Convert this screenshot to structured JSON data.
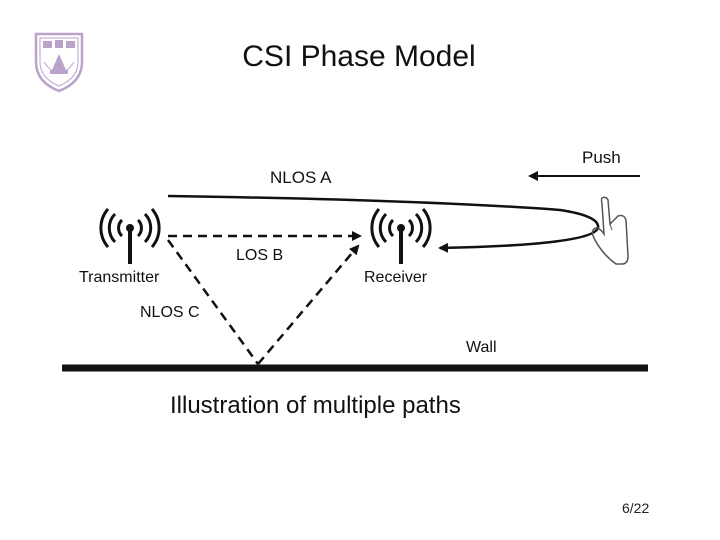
{
  "slide": {
    "title": "CSI Phase Model",
    "caption": "Illustration of multiple paths",
    "page_number": "6/22"
  },
  "diagram": {
    "labels": {
      "nlos_a": "NLOS  A",
      "push": "Push",
      "los_b": "LOS B",
      "transmitter": "Transmitter",
      "receiver": "Receiver",
      "nlos_c": "NLOS C",
      "wall": "Wall"
    },
    "icons": [
      "university-seal-icon",
      "antenna-icon",
      "hand-icon",
      "arrow-left-icon"
    ],
    "colors": {
      "seal": "#b9a3c9",
      "lines": "#111111"
    }
  }
}
